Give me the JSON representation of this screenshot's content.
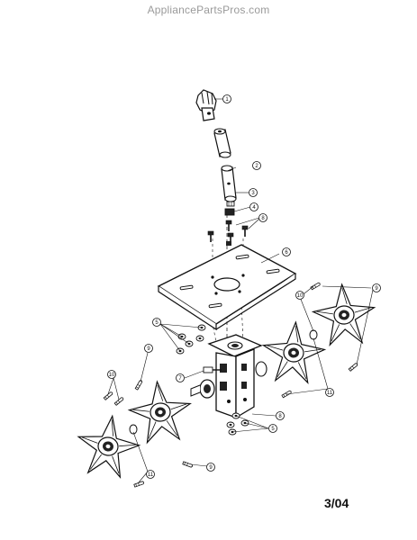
{
  "watermark": "AppliancePartsPros.com",
  "date_code": "3/04",
  "callouts": [
    "1",
    "2",
    "3",
    "4",
    "8",
    "6",
    "9",
    "5",
    "9",
    "7",
    "10",
    "11",
    "8",
    "5",
    "10",
    "11",
    "9"
  ]
}
